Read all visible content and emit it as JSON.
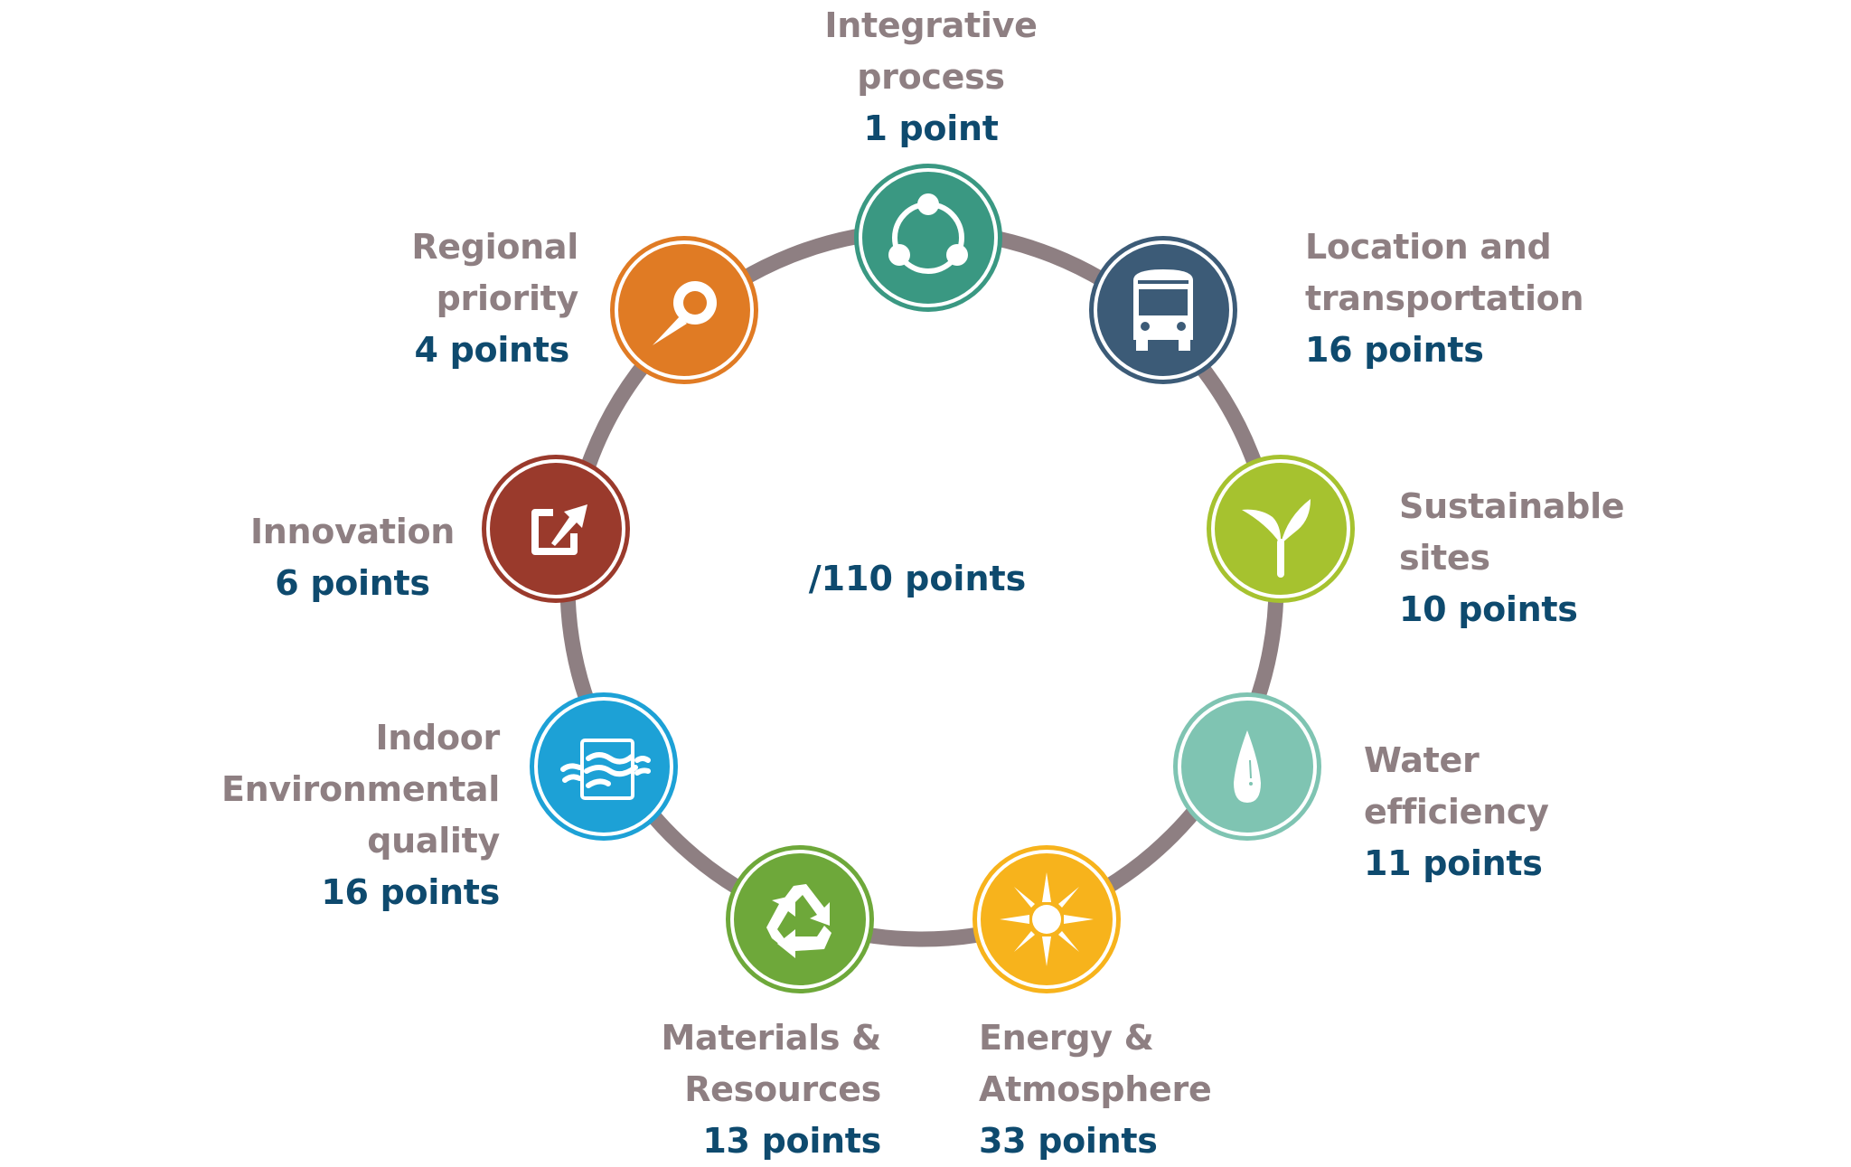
{
  "diagram": {
    "total_label": "/110 points",
    "ring_color": "#8e7f82",
    "category_text_color": "#8e7f82",
    "points_text_color": "#0e4a6e",
    "categories": [
      {
        "name_lines": [
          "Integrative",
          "process"
        ],
        "points": "1 point",
        "value": 1,
        "icon": "integrative-network-icon",
        "color": "#3a9882"
      },
      {
        "name_lines": [
          "Location and",
          "transportation"
        ],
        "points": "16 points",
        "value": 16,
        "icon": "bus-icon",
        "color": "#3c5b77"
      },
      {
        "name_lines": [
          "Sustainable",
          "sites"
        ],
        "points": "10 points",
        "value": 10,
        "icon": "sprout-icon",
        "color": "#a6c22f"
      },
      {
        "name_lines": [
          "Water",
          "efficiency"
        ],
        "points": "11 points",
        "value": 11,
        "icon": "water-drop-icon",
        "color": "#7fc4b2"
      },
      {
        "name_lines": [
          "Energy &",
          "Atmosphere"
        ],
        "points": "33 points",
        "value": 33,
        "icon": "sun-icon",
        "color": "#f7b31c"
      },
      {
        "name_lines": [
          "Materials &",
          "Resources"
        ],
        "points": "13 points",
        "value": 13,
        "icon": "recycle-icon",
        "color": "#6ea83a"
      },
      {
        "name_lines": [
          "Indoor",
          "Environmental",
          "quality"
        ],
        "points": "16 points",
        "value": 16,
        "icon": "air-filter-icon",
        "color": "#1da1d6"
      },
      {
        "name_lines": [
          "Innovation"
        ],
        "points": "6 points",
        "value": 6,
        "icon": "external-arrow-icon",
        "color": "#9a3a2c"
      },
      {
        "name_lines": [
          "Regional",
          "priority"
        ],
        "points": "4 points",
        "value": 4,
        "icon": "map-pin-icon",
        "color": "#e07b24"
      }
    ]
  }
}
